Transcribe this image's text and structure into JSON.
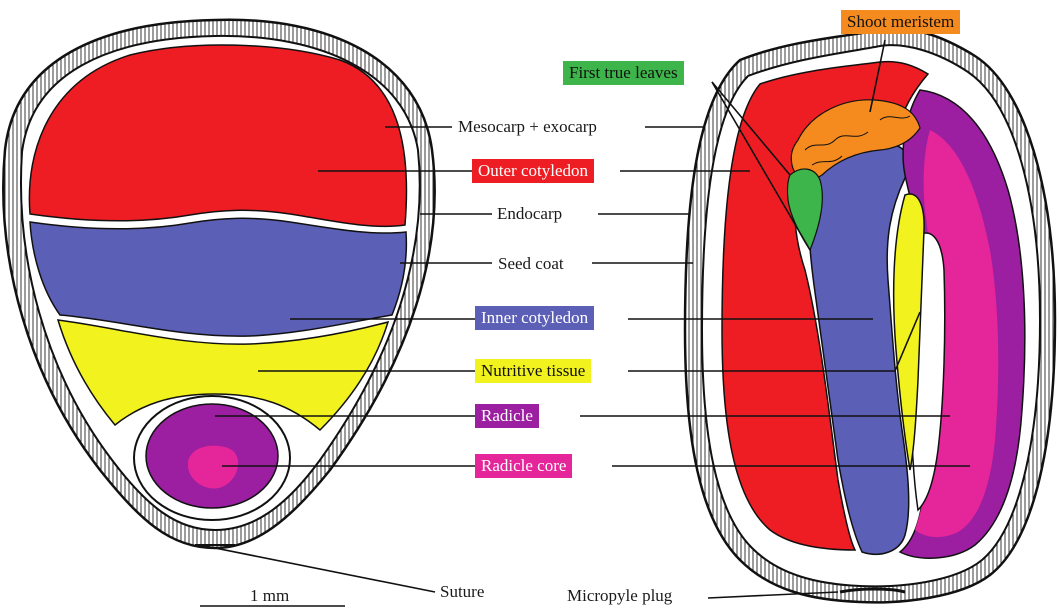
{
  "labels": {
    "shoot_meristem": "Shoot meristem",
    "first_true_leaves": "First true leaves",
    "mesocarp_exocarp": "Mesocarp + exocarp",
    "outer_cotyledon": "Outer cotyledon",
    "endocarp": "Endocarp",
    "seed_coat": "Seed coat",
    "inner_cotyledon": "Inner cotyledon",
    "nutritive_tissue": "Nutritive tissue",
    "radicle": "Radicle",
    "radicle_core": "Radicle core",
    "suture": "Suture",
    "micropyle_plug": "Micropyle plug",
    "scale_bar": "1 mm"
  },
  "colors": {
    "outer_cotyledon": "#ee1d23",
    "inner_cotyledon": "#5b5fb5",
    "nutritive_tissue": "#f2f21e",
    "radicle": "#9b1fa0",
    "radicle_core": "#e5259a",
    "first_true_leaves": "#3db54a",
    "shoot_meristem": "#f58a1f",
    "outline": "#111111"
  }
}
